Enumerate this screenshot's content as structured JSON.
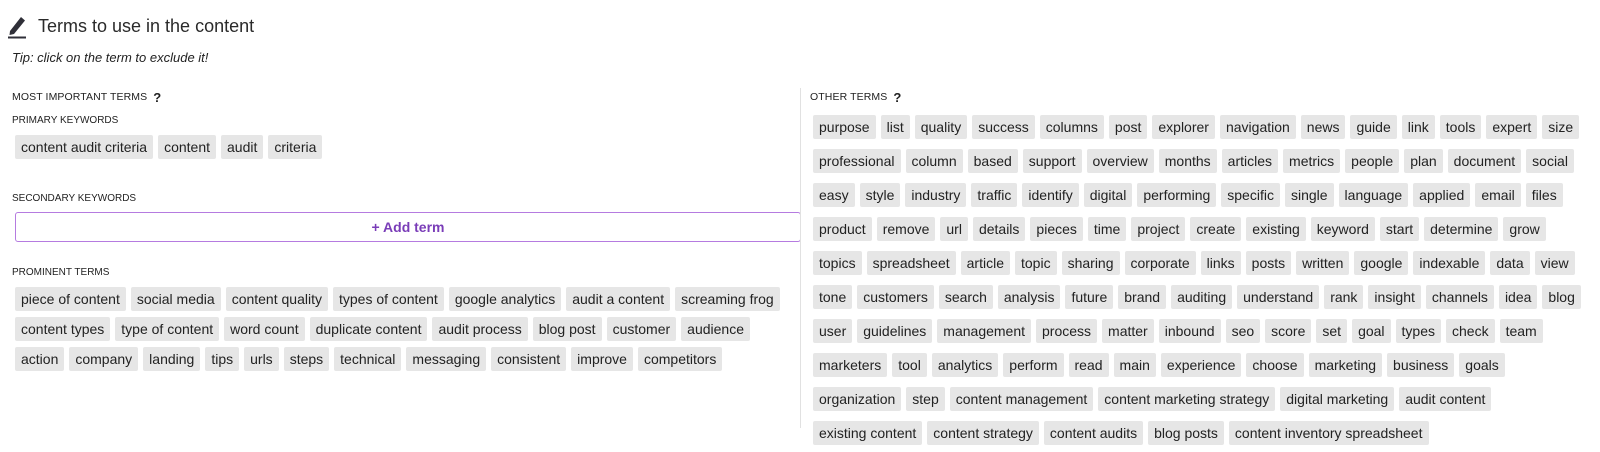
{
  "header": {
    "title": "Terms to use in the content",
    "icon": "pencil-icon"
  },
  "tip": "Tip: click on the term to exclude it!",
  "most_important": {
    "heading": "MOST IMPORTANT TERMS",
    "help": "?",
    "primary": {
      "label": "PRIMARY KEYWORDS",
      "terms": [
        "content audit criteria",
        "content",
        "audit",
        "criteria"
      ]
    },
    "secondary": {
      "label": "SECONDARY KEYWORDS",
      "add_label": "+ Add term"
    },
    "prominent": {
      "label": "PROMINENT TERMS",
      "terms": [
        "piece of content",
        "social media",
        "content quality",
        "types of content",
        "google analytics",
        "audit a content",
        "screaming frog",
        "content types",
        "type of content",
        "word count",
        "duplicate content",
        "audit process",
        "blog post",
        "customer",
        "audience",
        "action",
        "company",
        "landing",
        "tips",
        "urls",
        "steps",
        "technical",
        "messaging",
        "consistent",
        "improve",
        "competitors"
      ]
    }
  },
  "other": {
    "heading": "OTHER TERMS",
    "help": "?",
    "terms": [
      "purpose",
      "list",
      "quality",
      "success",
      "columns",
      "post",
      "explorer",
      "navigation",
      "news",
      "guide",
      "link",
      "tools",
      "expert",
      "size",
      "professional",
      "column",
      "based",
      "support",
      "overview",
      "months",
      "articles",
      "metrics",
      "people",
      "plan",
      "document",
      "social",
      "easy",
      "style",
      "industry",
      "traffic",
      "identify",
      "digital",
      "performing",
      "specific",
      "single",
      "language",
      "applied",
      "email",
      "files",
      "product",
      "remove",
      "url",
      "details",
      "pieces",
      "time",
      "project",
      "create",
      "existing",
      "keyword",
      "start",
      "determine",
      "grow",
      "topics",
      "spreadsheet",
      "article",
      "topic",
      "sharing",
      "corporate",
      "links",
      "posts",
      "written",
      "google",
      "indexable",
      "data",
      "view",
      "tone",
      "customers",
      "search",
      "analysis",
      "future",
      "brand",
      "auditing",
      "understand",
      "rank",
      "insight",
      "channels",
      "idea",
      "blog",
      "user",
      "guidelines",
      "management",
      "process",
      "matter",
      "inbound",
      "seo",
      "score",
      "set",
      "goal",
      "types",
      "check",
      "team",
      "marketers",
      "tool",
      "analytics",
      "perform",
      "read",
      "main",
      "experience",
      "choose",
      "marketing",
      "business",
      "goals",
      "organization",
      "step",
      "content management",
      "content marketing strategy",
      "digital marketing",
      "audit content",
      "existing content",
      "content strategy",
      "content audits",
      "blog posts",
      "content inventory spreadsheet"
    ]
  },
  "colors": {
    "chip_bg": "#e6e6e6",
    "accent": "#7a3db8",
    "accent_border": "#b57be0"
  }
}
